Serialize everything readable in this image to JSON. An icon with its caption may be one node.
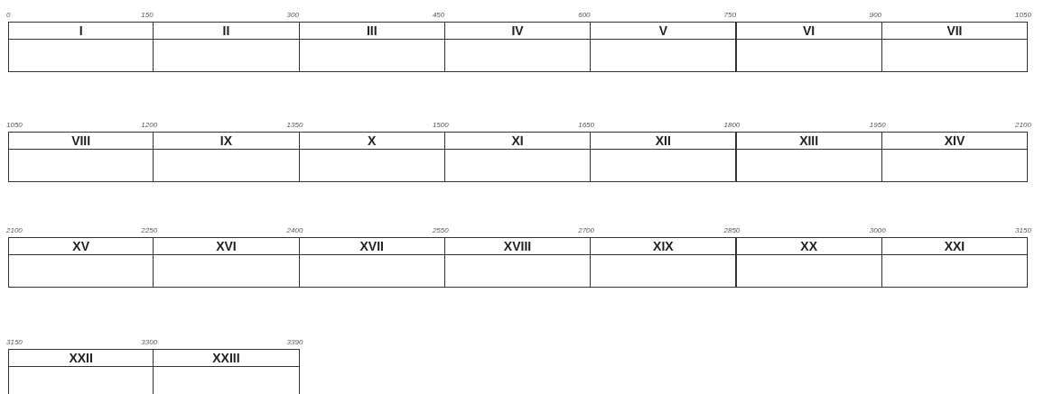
{
  "diagram": {
    "nodes": [
      {
        "text": [
          "I"
        ]
      },
      {
        "text": [
          "II"
        ]
      },
      {
        "text": [
          "III"
        ]
      },
      {
        "text": [
          "IV"
        ]
      },
      {
        "text": [
          "V"
        ]
      },
      {
        "text": [
          "VI"
        ]
      },
      {
        "text": [
          "VII"
        ]
      },
      {
        "text": [
          "VIII"
        ]
      },
      {
        "text": [
          "IX"
        ]
      },
      {
        "text": [
          "X"
        ]
      },
      {
        "text": [
          "XI"
        ]
      },
      {
        "text": [
          "XII"
        ]
      },
      {
        "text": [
          "XIII"
        ]
      },
      {
        "text": [
          "XIV"
        ]
      },
      {
        "text": [
          "XV"
        ]
      },
      {
        "text": [
          "XVI"
        ]
      },
      {
        "text": [
          "XVII"
        ]
      },
      {
        "text": [
          "XVIII"
        ]
      },
      {
        "text": [
          "XIX"
        ]
      },
      {
        "text": [
          "XX"
        ]
      },
      {
        "text": [
          "XXI"
        ]
      },
      {
        "text": [
          "XXII"
        ]
      },
      {
        "text": [
          "XXIII"
        ]
      }
    ],
    "labels": [
      "0",
      "150",
      "300",
      "450",
      "600",
      "750",
      "900",
      "1050",
      "1050",
      "1200",
      "1350",
      "1500",
      "1650",
      "1800",
      "1950",
      "2100",
      "2100",
      "2250",
      "2400",
      "2550",
      "2700",
      "2850",
      "3000",
      "3150",
      "3150",
      "3300",
      "3390"
    ]
  }
}
